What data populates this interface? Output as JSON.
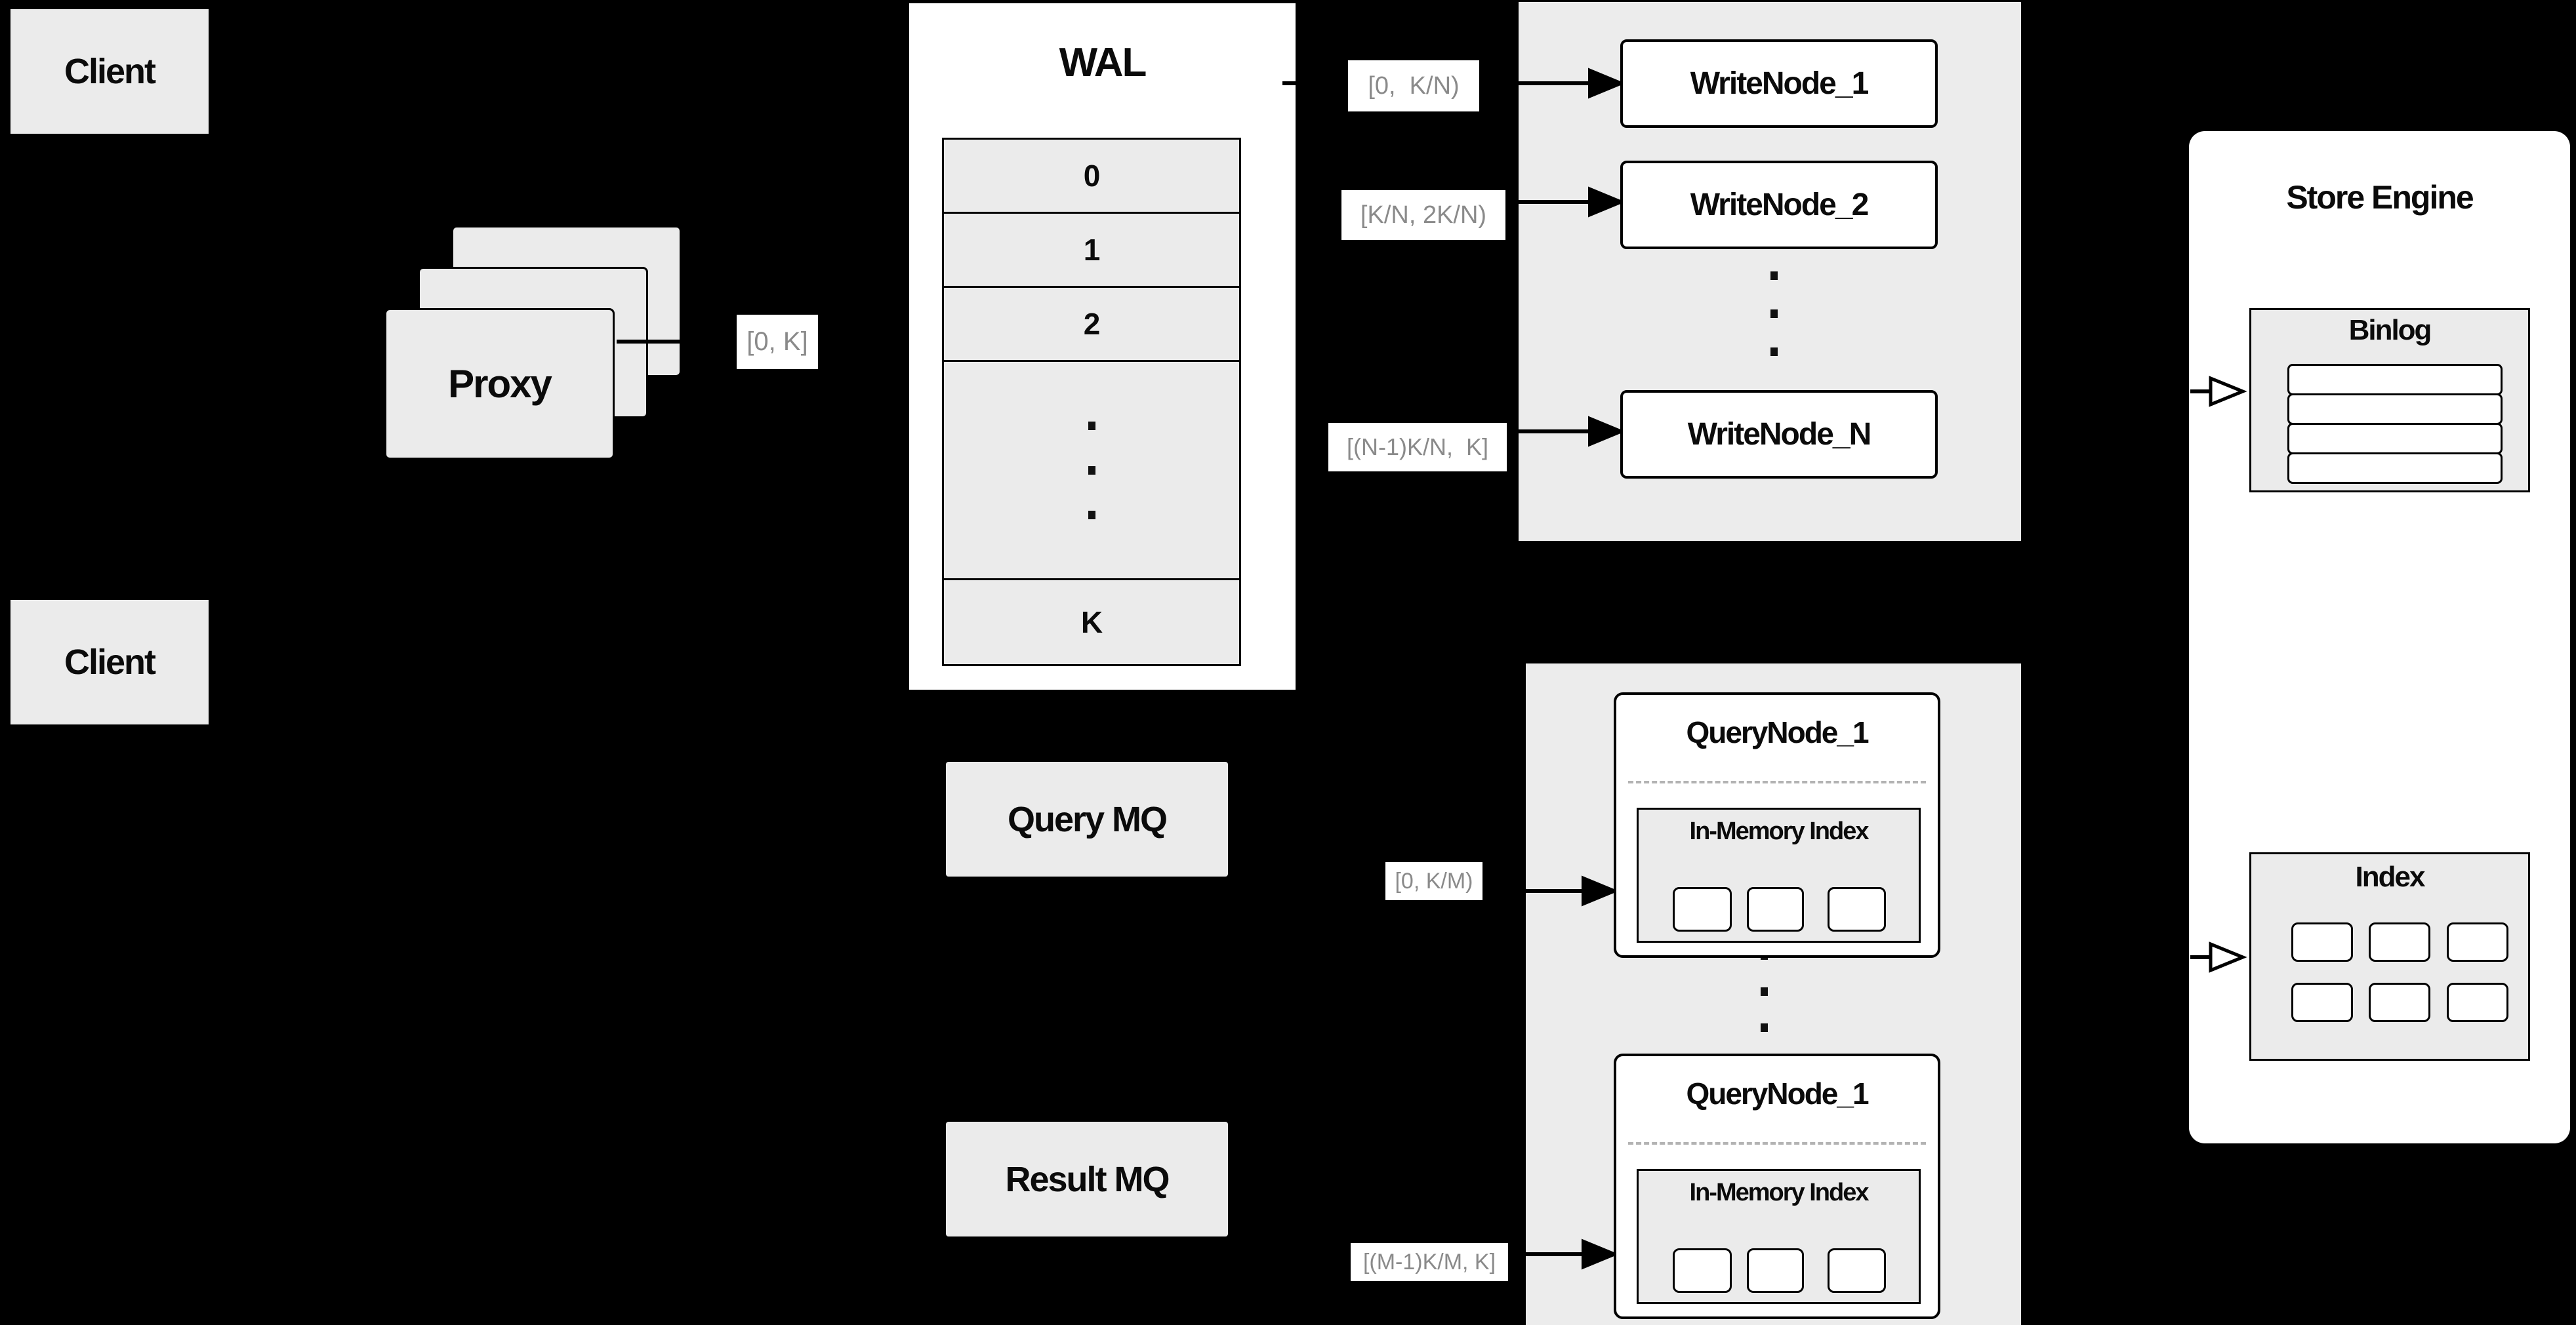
{
  "diagram": {
    "colors": {
      "background": "#000000",
      "panel_gray": "#ececec",
      "box_gray": "#ebebeb",
      "white": "#ffffff",
      "line_black": "#000000",
      "label_text_gray": "#8a8a8a",
      "dashed_separator": "#b3b3b3"
    },
    "clients": {
      "top_label": "Client",
      "bottom_label": "Client"
    },
    "proxy": {
      "label": "Proxy"
    },
    "flow_labels": {
      "proxy_out": "[0, K]",
      "writenode_1": "[0,  K/N)",
      "writenode_2": "[K/N, 2K/N)",
      "writenode_n": "[(N-1)K/N,  K]",
      "querynode_1": "[0, K/M)",
      "querynode_2": "[(M-1)K/M, K]"
    },
    "wal": {
      "title": "WAL",
      "rows": [
        "0",
        "1",
        "2",
        "K"
      ]
    },
    "write_nodes": {
      "node_1": "WriteNode_1",
      "node_2": "WriteNode_2",
      "node_n": "WriteNode_N"
    },
    "mq": {
      "query": "Query MQ",
      "result": "Result MQ"
    },
    "query_nodes": {
      "node_1_title": "QueryNode_1",
      "node_2_title": "QueryNode_1",
      "in_memory_index_1": "In-Memory Index",
      "in_memory_index_2": "In-Memory Index"
    },
    "store_engine": {
      "title": "Store Engine",
      "binlog": "Binlog",
      "index": "Index"
    }
  }
}
